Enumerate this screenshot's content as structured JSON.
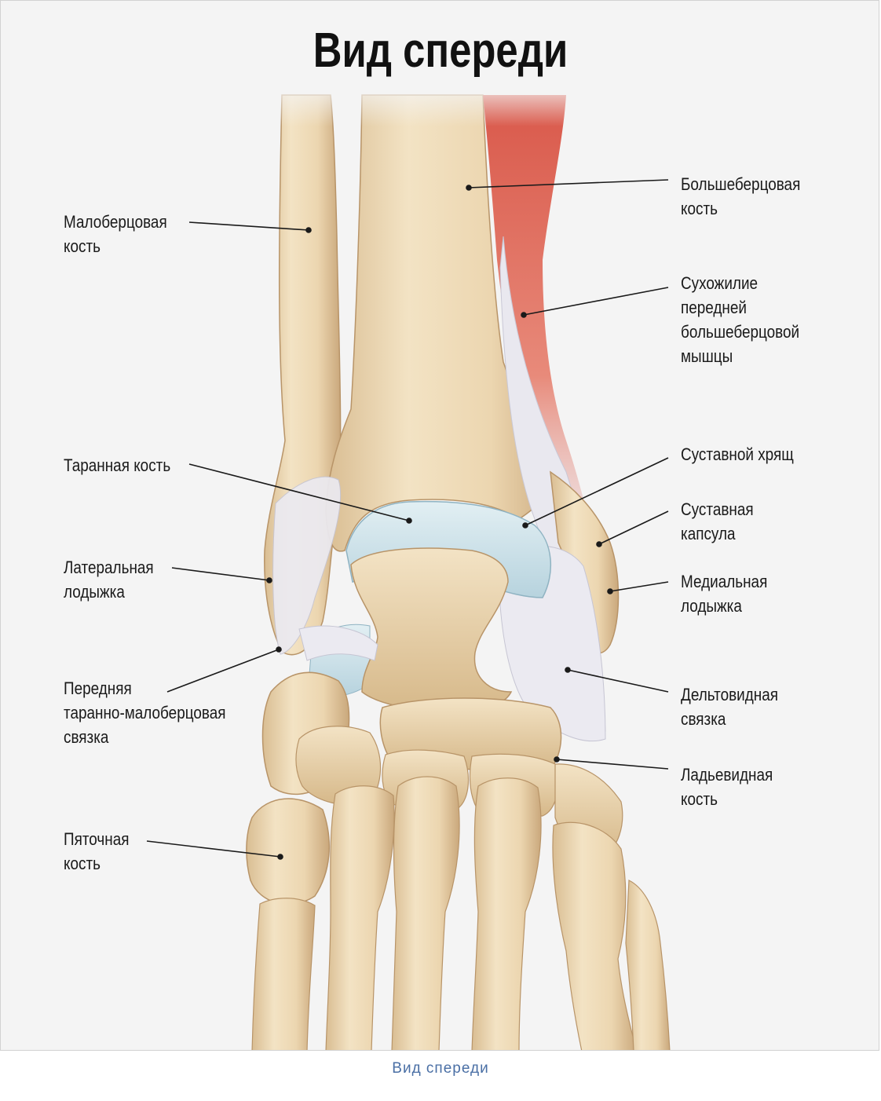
{
  "figure": {
    "title": "Вид спереди",
    "labels": {
      "fibula": [
        "Малоберцовая",
        "кость"
      ],
      "tibia": [
        "Большеберцовая",
        "кость"
      ],
      "tibialis_tendon": [
        "Сухожилие",
        "передней",
        "большеберцовой",
        "мышцы"
      ],
      "talus": [
        "Таранная кость"
      ],
      "cartilage": [
        "Суставной хрящ"
      ],
      "capsule": [
        "Суставная",
        "капсула"
      ],
      "lateral_malleolus": [
        "Латеральная",
        "лодыжка"
      ],
      "medial_malleolus": [
        "Медиальная",
        "лодыжка"
      ],
      "atfl": [
        "Передняя",
        "таранно-малоберцовая",
        "связка"
      ],
      "deltoid": [
        "Дельтовидная",
        "связка"
      ],
      "navicular": [
        "Ладьевидная",
        "кость"
      ],
      "calcaneus": [
        "Пяточная",
        "кость"
      ]
    }
  },
  "caption": "Вид спереди",
  "colors": {
    "bone": "#ecd8b4",
    "bone_shadow": "#c9a87c",
    "cartilage": "#cfe3ea",
    "muscle": "#de6b5a",
    "ligament": "#e9e8ef",
    "background": "#f4f4f4",
    "caption": "#4a6fa5"
  }
}
